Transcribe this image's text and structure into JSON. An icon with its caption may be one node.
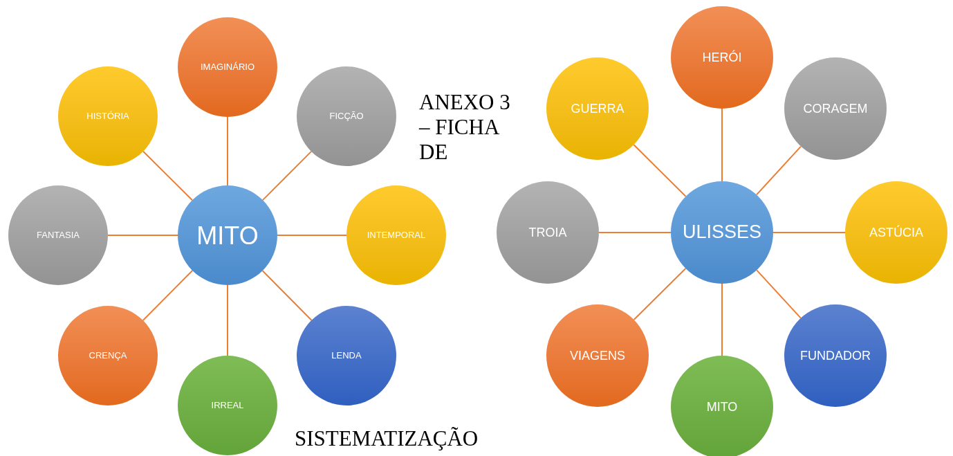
{
  "diagram": {
    "nodes": [
      {
        "text": [
          "MITO"
        ]
      },
      {
        "text": [
          "IMAGINÁRIO"
        ]
      },
      {
        "text": [
          "FICÇÃO"
        ]
      },
      {
        "text": [
          "INTEMPORAL"
        ]
      },
      {
        "text": [
          "LENDA"
        ]
      },
      {
        "text": [
          "IRREAL"
        ]
      },
      {
        "text": [
          "CRENÇA"
        ]
      },
      {
        "text": [
          "FANTASIA"
        ]
      },
      {
        "text": [
          "HISTÓRIA"
        ]
      },
      {
        "text": [
          "ULISSES"
        ]
      },
      {
        "text": [
          "HERÓI"
        ]
      },
      {
        "text": [
          "CORAGEM"
        ]
      },
      {
        "text": [
          "ASTÚCIA"
        ]
      },
      {
        "text": [
          "FUNDADOR"
        ]
      },
      {
        "text": [
          "MITO"
        ]
      },
      {
        "text": [
          "VIAGENS"
        ]
      },
      {
        "text": [
          "TROIA"
        ]
      },
      {
        "text": [
          "GUERRA"
        ]
      }
    ],
    "edges": [
      {
        "from": 0,
        "to": 1,
        "arrow": "none"
      },
      {
        "from": 0,
        "to": 2,
        "arrow": "none"
      },
      {
        "from": 0,
        "to": 3,
        "arrow": "none"
      },
      {
        "from": 0,
        "to": 4,
        "arrow": "none"
      },
      {
        "from": 0,
        "to": 5,
        "arrow": "none"
      },
      {
        "from": 0,
        "to": 6,
        "arrow": "none"
      },
      {
        "from": 0,
        "to": 7,
        "arrow": "none"
      },
      {
        "from": 0,
        "to": 8,
        "arrow": "none"
      },
      {
        "from": 9,
        "to": 10,
        "arrow": "none"
      },
      {
        "from": 9,
        "to": 11,
        "arrow": "none"
      },
      {
        "from": 9,
        "to": 12,
        "arrow": "none"
      },
      {
        "from": 9,
        "to": 13,
        "arrow": "none"
      },
      {
        "from": 9,
        "to": 14,
        "arrow": "none"
      },
      {
        "from": 9,
        "to": 15,
        "arrow": "none"
      },
      {
        "from": 9,
        "to": 16,
        "arrow": "none"
      },
      {
        "from": 9,
        "to": 17,
        "arrow": "none"
      }
    ],
    "labels": [
      "ANEXO 3 – FICHA DE",
      "SISTEMATIZAÇÃO"
    ]
  }
}
